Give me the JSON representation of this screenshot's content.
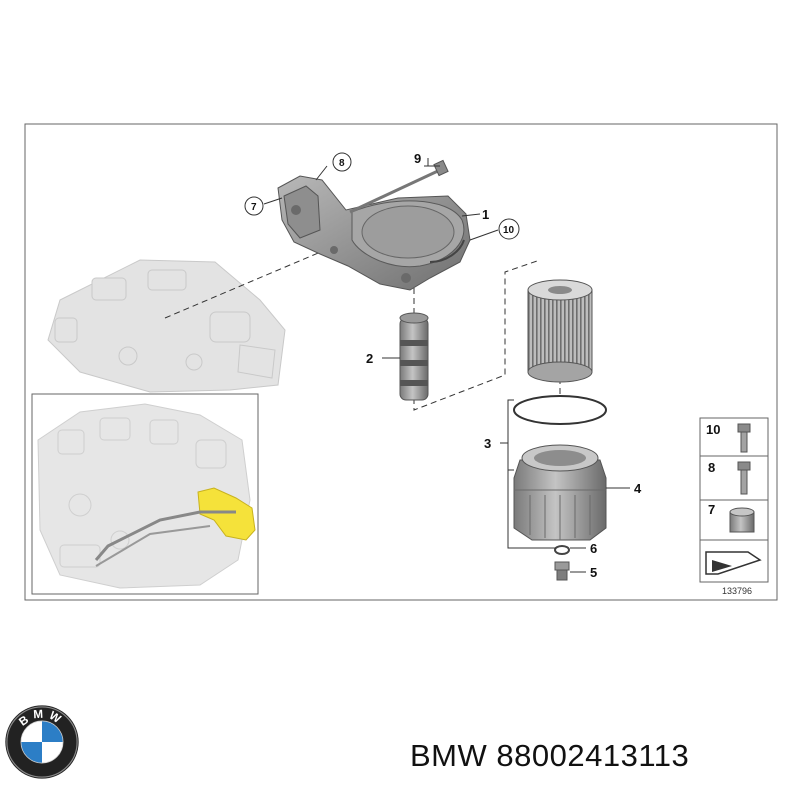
{
  "diagram": {
    "number": "133796",
    "callouts": {
      "c1": "1",
      "c2": "2",
      "c3": "3",
      "c4": "4",
      "c5": "5",
      "c6": "6",
      "c7": "7",
      "c8": "8",
      "c9": "9",
      "c10": "10"
    },
    "legend": {
      "l10": "10",
      "l8": "8",
      "l7": "7"
    }
  },
  "logo": {
    "letters": "BMW"
  },
  "caption": {
    "brand": "BMW",
    "part_number": "88002413113"
  },
  "colors": {
    "frame": "#555555",
    "part_gray": "#9a9a9a",
    "ghost_gray": "#d6d6d6",
    "highlight_yellow": "#f5e23a",
    "logo_blue": "#2c7ec6"
  }
}
